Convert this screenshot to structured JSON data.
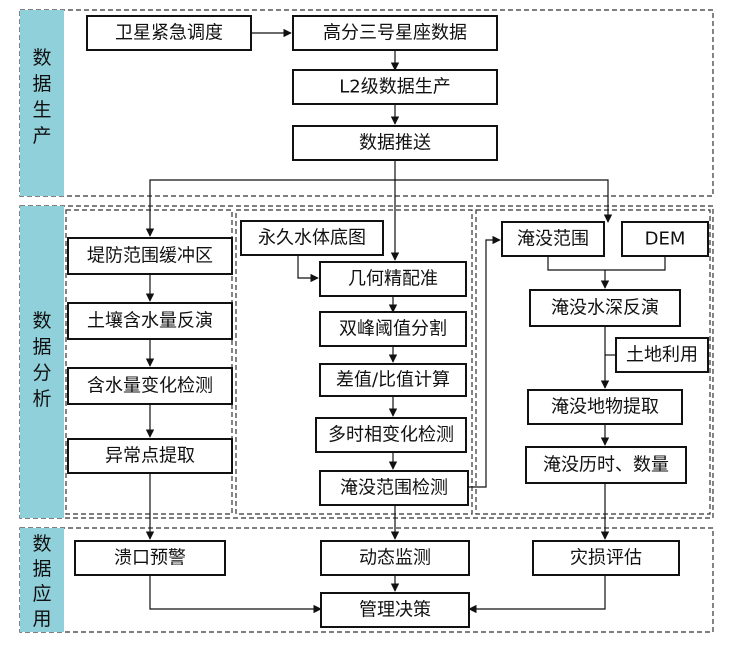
{
  "stages": {
    "production": [
      "数",
      "据",
      "生",
      "产"
    ],
    "analysis": [
      "数",
      "据",
      "分",
      "析"
    ],
    "application": [
      "数",
      "据",
      "应",
      "用"
    ]
  },
  "nodes": {
    "satellite_dispatch": "卫星紧急调度",
    "gf3_data": "高分三号星座数据",
    "l2_production": "L2级数据生产",
    "data_push": "数据推送",
    "levee_buffer": "堤防范围缓冲区",
    "soil_moisture_inversion": "土壤含水量反演",
    "moisture_change_detection": "含水量变化检测",
    "anomaly_extraction": "异常点提取",
    "permanent_water_base": "永久水体底图",
    "geometric_registration": "几何精配准",
    "bimodal_threshold": "双峰阈值分割",
    "difference_ratio": "差值/比值计算",
    "multitemporal_detection": "多时相变化检测",
    "flood_extent_detection": "淹没范围检测",
    "flood_extent": "淹没范围",
    "dem": "DEM",
    "flood_depth_inversion": "淹没水深反演",
    "land_use": "土地利用",
    "flooded_features": "淹没地物提取",
    "flood_duration_quantity": "淹没历时、数量",
    "breach_warning": "溃口预警",
    "dynamic_monitoring": "动态监测",
    "damage_assessment": "灾损评估",
    "management_decision": "管理决策"
  }
}
